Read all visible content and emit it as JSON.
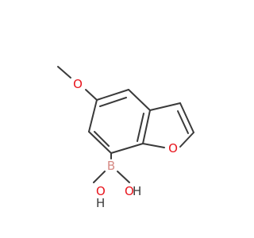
{
  "molecule": {
    "atoms": {
      "methoxy_oxygen": "O",
      "furan_oxygen": "O",
      "boron": "B",
      "hydroxyl_left_oxygen": "O",
      "hydroxyl_left_hydrogen": "H",
      "hydroxyl_right_oxygen": "O",
      "hydroxyl_right_hydrogen": "H"
    },
    "colors": {
      "bond": "#3a3a3a",
      "oxygen": "#e8141c",
      "boron": "#d68a84",
      "hydrogen": "#3a3a3a"
    }
  }
}
